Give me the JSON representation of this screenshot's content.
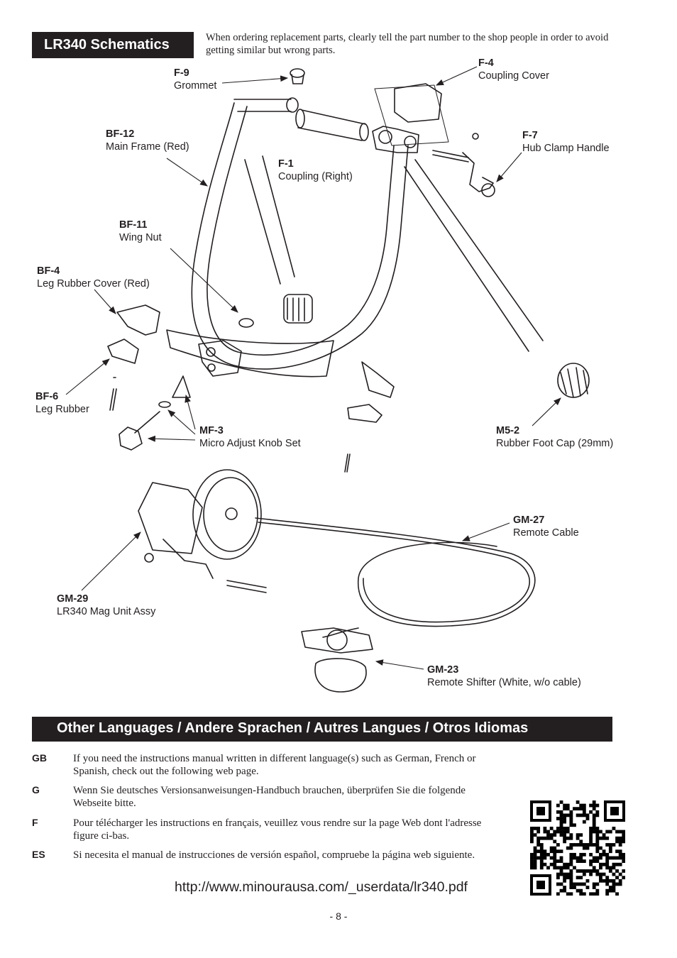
{
  "header": {
    "title": "LR340 Schematics",
    "intro": "When ordering replacement parts, clearly tell the part number to the shop people in order to avoid getting similar but wrong parts."
  },
  "parts": [
    {
      "code": "F-9",
      "name": "Grommet"
    },
    {
      "code": "F-4",
      "name": "Coupling Cover"
    },
    {
      "code": "BF-12",
      "name": "Main Frame (Red)"
    },
    {
      "code": "F-7",
      "name": "Hub Clamp Handle"
    },
    {
      "code": "F-1",
      "name": "Coupling (Right)"
    },
    {
      "code": "BF-11",
      "name": "Wing Nut"
    },
    {
      "code": "BF-4",
      "name": "Leg Rubber Cover (Red)"
    },
    {
      "code": "BF-6",
      "name": "Leg Rubber"
    },
    {
      "code": "MF-3",
      "name": "Micro Adjust Knob Set"
    },
    {
      "code": "M5-2",
      "name": "Rubber Foot Cap (29mm)"
    },
    {
      "code": "GM-27",
      "name": "Remote Cable"
    },
    {
      "code": "GM-29",
      "name": "LR340 Mag Unit Assy"
    },
    {
      "code": "GM-23",
      "name": "Remote Shifter (White, w/o cable)"
    }
  ],
  "languages": {
    "title": "Other Languages / Andere Sprachen / Autres Langues  / Otros Idiomas",
    "items": [
      {
        "code": "GB",
        "text": "If you need the instructions manual written in different language(s) such as German, French or Spanish, check out the following web page."
      },
      {
        "code": "G",
        "text": "Wenn Sie deutsches Versionsanweisungen-Handbuch brauchen, überprüfen Sie die folgende Webseite bitte."
      },
      {
        "code": "F",
        "text": "Pour télécharger les instructions en français, veuillez vous rendre sur la page Web dont l'adresse figure ci-bas."
      },
      {
        "code": "ES",
        "text": "Si necesita el manual de instrucciones de versión español, compruebe la página web siguiente."
      }
    ],
    "url": "http://www.minourausa.com/_userdata/lr340.pdf"
  },
  "footer": {
    "page": "- 8 -"
  }
}
